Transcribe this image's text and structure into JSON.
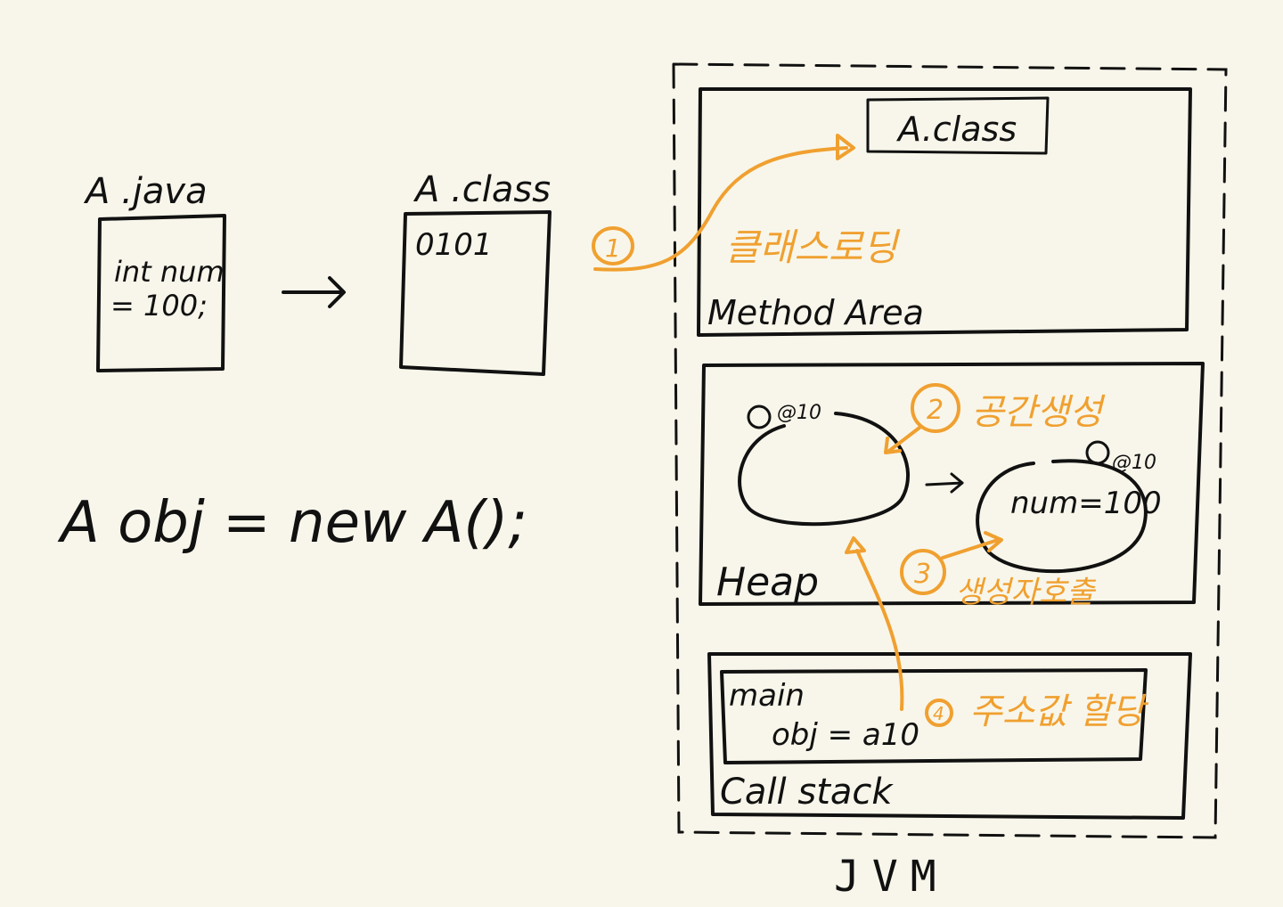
{
  "colors": {
    "background": "#f8f6ea",
    "ink": "#111111",
    "accent": "#f0a030"
  },
  "source_file": {
    "label": "A .java",
    "code_line1": "int num",
    "code_line2": "= 100;"
  },
  "class_file": {
    "label": "A .class",
    "content": "0101"
  },
  "statement": "A obj = new A();",
  "jvm": {
    "label": "JVM",
    "method_area": {
      "label": "Method Area",
      "class_box": "A.class"
    },
    "heap": {
      "label": "Heap",
      "address_left": "@10",
      "address_right": "@10",
      "object_field": "num=100"
    },
    "call_stack": {
      "label": "Call stack",
      "frame_name": "main",
      "frame_var": "obj = a10"
    }
  },
  "steps": [
    {
      "number": "1",
      "text": "클래스로딩"
    },
    {
      "number": "2",
      "text": "공간생성"
    },
    {
      "number": "3",
      "text": "생성자호출"
    },
    {
      "number": "4",
      "text": "주소값 할당"
    }
  ]
}
